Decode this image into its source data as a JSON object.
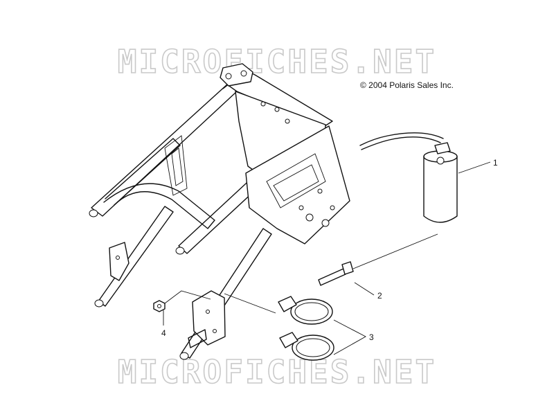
{
  "watermark": {
    "top": "MICROFICHES.NET",
    "bottom": "MICROFICHES.NET"
  },
  "copyright": "© 2004 Polaris Sales Inc.",
  "callouts": [
    "1",
    "2",
    "3",
    "4"
  ]
}
